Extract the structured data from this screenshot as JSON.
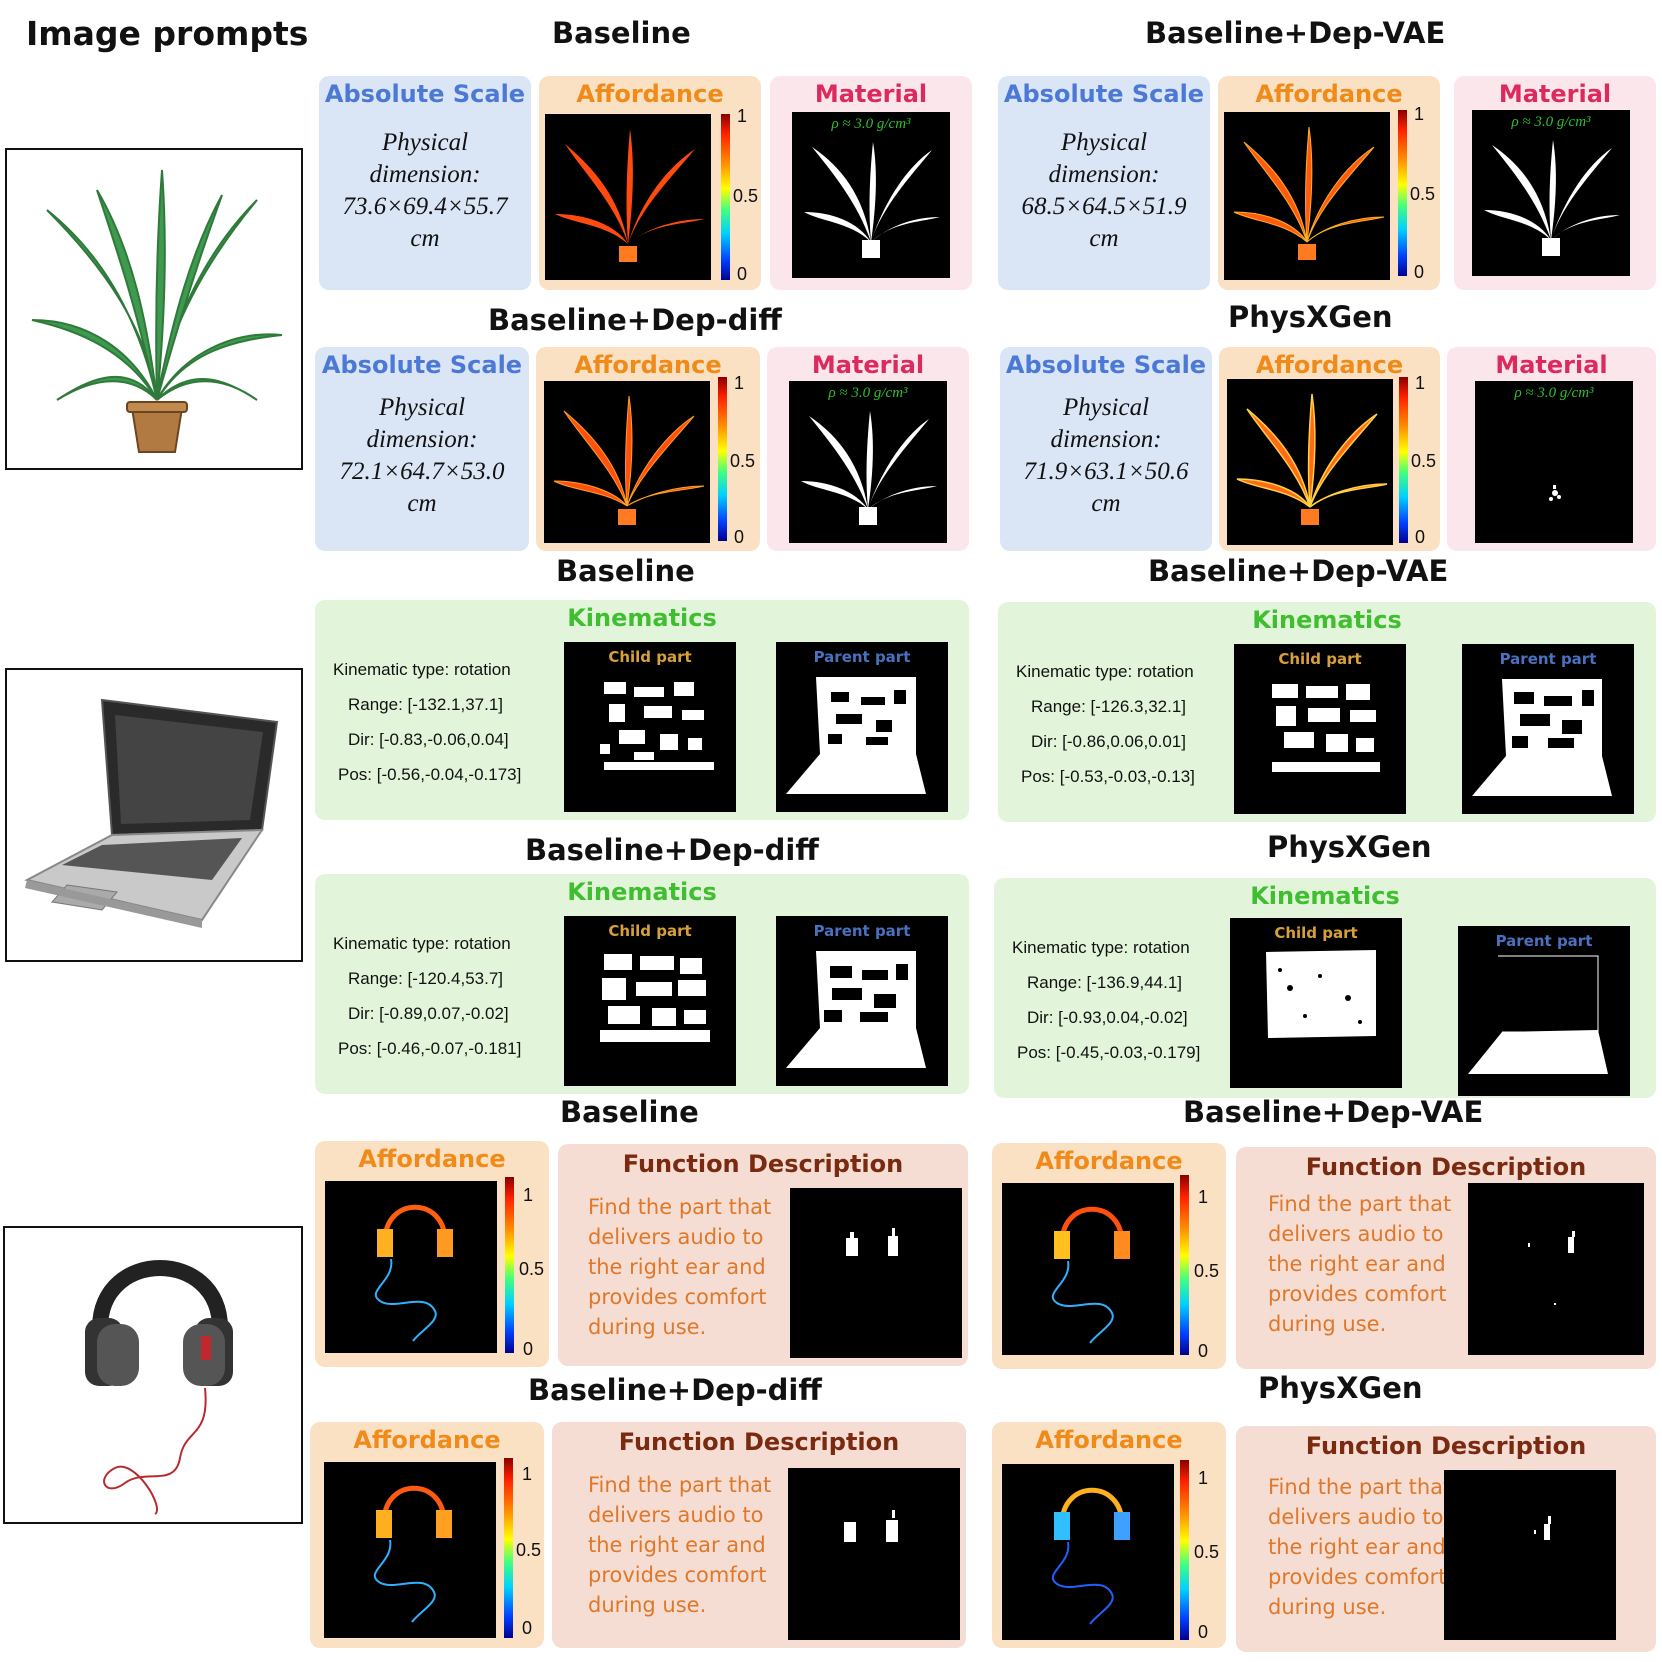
{
  "image_prompts_title": "Image prompts",
  "colorbar_ticks": {
    "top": "1",
    "mid": "0.5",
    "bottom": "0"
  },
  "panel_titles": {
    "absolute_scale": "Absolute Scale",
    "affordance": "Affordance",
    "material": "Material",
    "kinematics": "Kinematics",
    "function_description": "Function Description",
    "child_part": "Child part",
    "parent_part": "Parent part"
  },
  "density_label": "ρ ≈ 3.0  g/cm³",
  "plant": {
    "baseline": {
      "title": "Baseline",
      "dim1": "Physical",
      "dim2": "dimension:",
      "dim3": "73.6×69.4×55.7",
      "dim4": "cm"
    },
    "dep_vae": {
      "title": "Baseline+Dep-VAE",
      "dim1": "Physical",
      "dim2": "dimension:",
      "dim3": "68.5×64.5×51.9",
      "dim4": "cm"
    },
    "dep_diff": {
      "title": "Baseline+Dep-diff",
      "dim1": "Physical",
      "dim2": "dimension:",
      "dim3": "72.1×64.7×53.0",
      "dim4": "cm"
    },
    "physxgen": {
      "title": "PhysXGen",
      "dim1": "Physical",
      "dim2": "dimension:",
      "dim3": "71.9×63.1×50.6",
      "dim4": "cm"
    }
  },
  "laptop": {
    "baseline": {
      "title": "Baseline",
      "type": "Kinematic type: rotation",
      "range": "Range: [-132.1,37.1]",
      "dir": "Dir: [-0.83,-0.06,0.04]",
      "pos": "Pos: [-0.56,-0.04,-0.173]"
    },
    "dep_vae": {
      "title": "Baseline+Dep-VAE",
      "type": "Kinematic type: rotation",
      "range": "Range: [-126.3,32.1]",
      "dir": "Dir: [-0.86,0.06,0.01]",
      "pos": "Pos: [-0.53,-0.03,-0.13]"
    },
    "dep_diff": {
      "title": "Baseline+Dep-diff",
      "type": "Kinematic type: rotation",
      "range": "Range: [-120.4,53.7]",
      "dir": "Dir: [-0.89,0.07,-0.02]",
      "pos": "Pos: [-0.46,-0.07,-0.181]"
    },
    "physxgen": {
      "title": "PhysXGen",
      "type": "Kinematic type: rotation",
      "range": "Range: [-136.9,44.1]",
      "dir": "Dir: [-0.93,0.04,-0.02]",
      "pos": "Pos: [-0.45,-0.03,-0.179]"
    }
  },
  "headphones": {
    "baseline": {
      "title": "Baseline"
    },
    "dep_vae": {
      "title": "Baseline+Dep-VAE"
    },
    "dep_diff": {
      "title": "Baseline+Dep-diff"
    },
    "physxgen": {
      "title": "PhysXGen"
    },
    "desc_lines": [
      "Find the part that",
      "delivers audio to",
      "the right ear and",
      "provides comfort",
      "during use."
    ]
  }
}
